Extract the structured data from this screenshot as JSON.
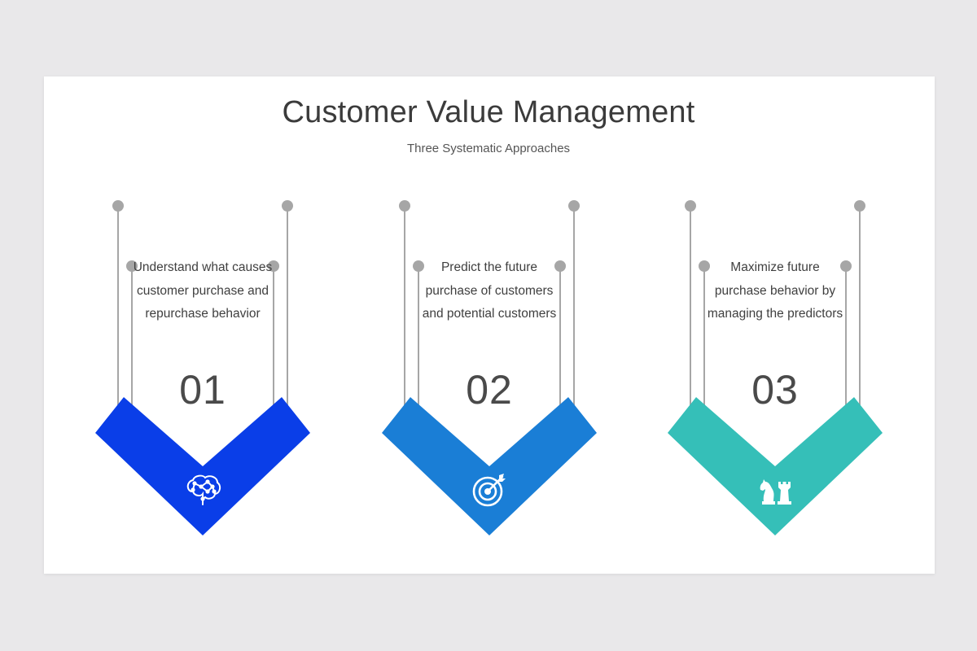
{
  "title": "Customer Value Management",
  "subtitle": "Three Systematic Approaches",
  "cards": [
    {
      "number": "01",
      "description": "Understand what causes customer purchase and repurchase behavior",
      "color": "#0a3ee8",
      "icon": "brain-icon"
    },
    {
      "number": "02",
      "description": "Predict the future purchase of customers and potential customers",
      "color": "#1a7ed6",
      "icon": "target-icon"
    },
    {
      "number": "03",
      "description": "Maximize future purchase behavior by managing the predictors",
      "color": "#35bfb8",
      "icon": "chess-icon"
    }
  ],
  "colors": {
    "background": "#e9e8ea",
    "slide": "#ffffff",
    "connector": "#a6a6a6",
    "title_text": "#3b3b3b",
    "body_text": "#3f3f3f"
  }
}
